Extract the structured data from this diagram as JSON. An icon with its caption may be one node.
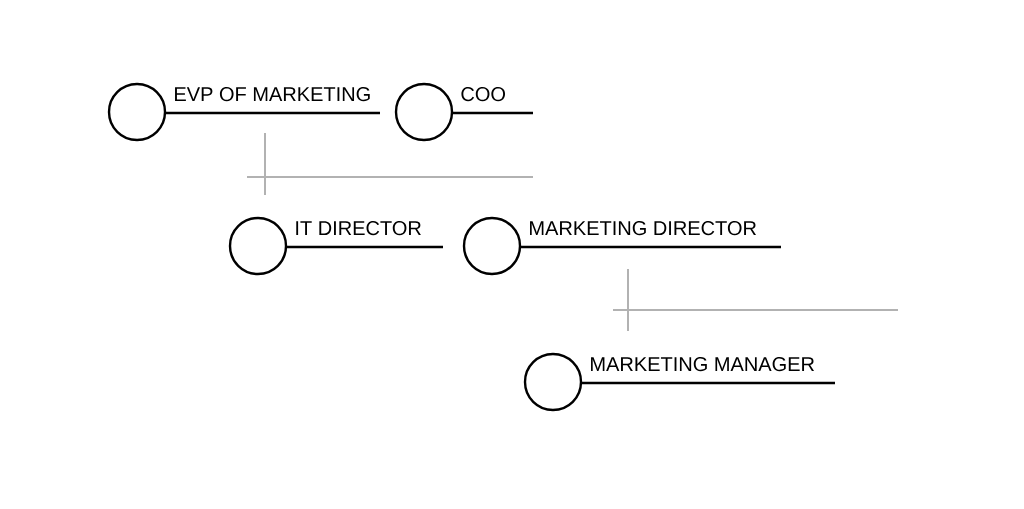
{
  "diagram": {
    "nodes": [
      {
        "text": [
          "EVP OF MARKETING"
        ]
      },
      {
        "text": [
          "COO"
        ]
      },
      {
        "text": [
          "IT DIRECTOR"
        ]
      },
      {
        "text": [
          "MARKETING DIRECTOR"
        ]
      },
      {
        "text": [
          "MARKETING MANAGER"
        ]
      }
    ]
  }
}
